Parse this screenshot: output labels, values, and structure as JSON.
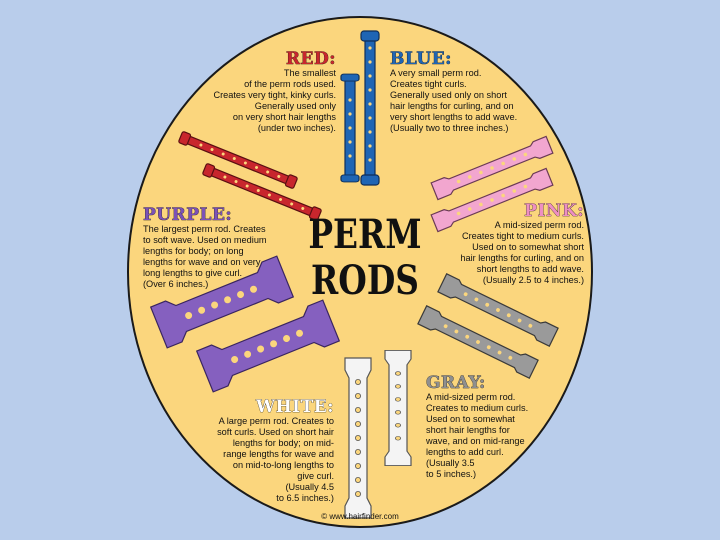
{
  "title_lines": [
    "PERM",
    "RODS"
  ],
  "credit": "© www.hairfinder.com",
  "colors": {
    "background": "#b9cdeb",
    "disc": "#fbd67d",
    "red": "#c8262d",
    "blue": "#1f65b4",
    "pink": "#f2a6cf",
    "purple": "#8560bf",
    "gray": "#9a9a9a",
    "white": "#f4f4f4"
  },
  "rods": {
    "red": {
      "heading": "RED:",
      "heading_color": "#c8262d",
      "lines": [
        "The smallest",
        "of the perm rods used.",
        "Creates very tight, kinky curls.",
        "Generally used only",
        "on very short hair lengths",
        "(under two inches)."
      ]
    },
    "blue": {
      "heading": "BLUE:",
      "heading_color": "#1f65b4",
      "lines": [
        "A very small perm rod.",
        "Creates tight curls.",
        "Generally used only on short",
        "hair lengths for curling, and on",
        "very short lengths to add wave.",
        "(Usually two to three inches.)"
      ]
    },
    "purple": {
      "heading": "PURPLE:",
      "heading_color": "#7b52b7",
      "lines": [
        "The largest perm rod. Creates",
        "to soft wave. Used on medium",
        "lengths for body; on long",
        "lengths for wave and on very",
        "long lengths to give curl.",
        "(Over 6 inches.)"
      ]
    },
    "pink": {
      "heading": "PINK:",
      "heading_color": "#ee8fc2",
      "lines": [
        "A mid-sized perm rod.",
        "Creates tight to medium curls.",
        "Used on to somewhat short",
        "hair lengths for curling, and on",
        "short lengths to add wave.",
        "(Usually 2.5 to 4 inches.)"
      ]
    },
    "white": {
      "heading": "WHITE:",
      "heading_color": "#ffffff",
      "lines": [
        "A large perm rod. Creates to",
        "soft curls. Used on short hair",
        "lengths for body; on mid-",
        "range lengths for wave and",
        "on mid-to-long lengths to",
        "give curl.",
        "(Usually 4.5",
        "to 6.5 inches.)"
      ]
    },
    "gray": {
      "heading": "GRAY:",
      "heading_color": "#8f8f8f",
      "lines": [
        "A mid-sized perm rod.",
        "Creates to medium curls.",
        "Used on to somewhat",
        "short hair lengths for",
        "wave, and on mid-range",
        "lengths to add curl.",
        "(Usually 3.5",
        "to 5 inches.)"
      ]
    }
  }
}
